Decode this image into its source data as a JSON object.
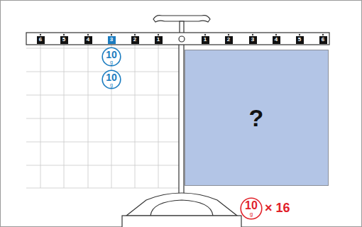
{
  "diagram": {
    "nodes": [
      {
        "text": [
          "6"
        ]
      },
      {
        "text": [
          "5"
        ]
      },
      {
        "text": [
          "4"
        ]
      },
      {
        "text": [
          "3"
        ]
      },
      {
        "text": [
          "2"
        ]
      },
      {
        "text": [
          "1"
        ]
      },
      {
        "text": [
          "1"
        ]
      },
      {
        "text": [
          "2"
        ]
      },
      {
        "text": [
          "3"
        ]
      },
      {
        "text": [
          "4"
        ]
      },
      {
        "text": [
          "5"
        ]
      },
      {
        "text": [
          "6"
        ]
      },
      {
        "text": [
          "10",
          "g"
        ]
      },
      {
        "text": [
          "10",
          "g"
        ]
      },
      {
        "text": [
          "?"
        ]
      },
      {
        "text": [
          "10",
          "g"
        ]
      }
    ],
    "labels": [
      "× 16"
    ]
  }
}
